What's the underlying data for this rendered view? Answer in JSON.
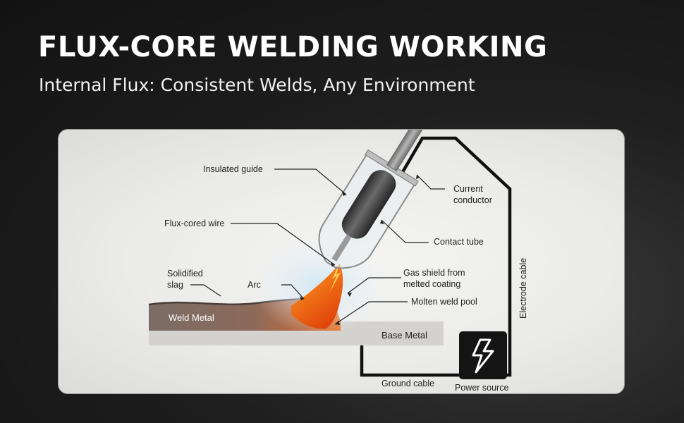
{
  "header": {
    "title": "FLUX-CORE WELDING WORKING",
    "subtitle": "Internal Flux: Consistent Welds, Any Environment"
  },
  "diagram": {
    "labels": {
      "insulated_guide": "Insulated guide",
      "current_conductor_1": "Current",
      "current_conductor_2": "conductor",
      "flux_cored_wire": "Flux-cored wire",
      "contact_tube": "Contact tube",
      "solidified_slag_1": "Solidified",
      "solidified_slag_2": "slag",
      "arc": "Arc",
      "gas_shield_1": "Gas shield from",
      "gas_shield_2": "melted coating",
      "molten_weld_pool": "Molten weld pool",
      "weld_metal": "Weld Metal",
      "base_metal": "Base Metal",
      "electrode_cable": "Electrode cable",
      "ground_cable": "Ground cable",
      "power_source": "Power source"
    },
    "icons": {
      "power_source": "lightning-bolt-icon"
    },
    "colors": {
      "weld_metal": "#8a6a5e",
      "base_metal": "#d4d2cf",
      "molten_pool": "#f07a1a",
      "cable": "#111111",
      "power_box": "#141414"
    }
  }
}
